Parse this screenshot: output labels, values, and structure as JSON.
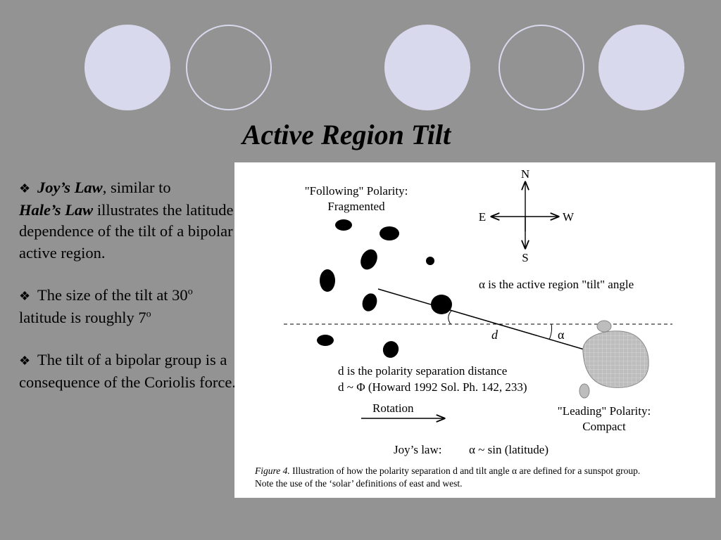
{
  "slide": {
    "title": "Active Region Tilt",
    "decor": {
      "circle_fill": "#d9d9ee",
      "background": "#939393"
    },
    "bullets": [
      {
        "icon": "diamond-bullet-icon",
        "lead": "Joy’s Law",
        "lead_after": ", similar to",
        "lead2": "Hale’s Law",
        "rest": " illustrates the latitude dependence of the tilt of a bipolar active region."
      },
      {
        "icon": "diamond-bullet-icon",
        "text_a": "The size of the tilt at 30",
        "sup_a": "o",
        "text_b": " latitude is roughly 7",
        "sup_b": "o"
      },
      {
        "icon": "diamond-bullet-icon",
        "text": "The tilt of a bipolar group is a consequence of the Coriolis force."
      }
    ]
  },
  "figure": {
    "following_label_1": "\"Following\" Polarity:",
    "following_label_2": "Fragmented",
    "compass": {
      "n": "N",
      "s": "S",
      "e": "E",
      "w": "W"
    },
    "alpha_def": "α  is the active region \"tilt\" angle",
    "d_symbol": "d",
    "alpha_symbol": "α",
    "d_def": "d is the polarity separation distance",
    "d_relation": "d ~ Φ  (Howard 1992  Sol. Ph. 142, 233)",
    "rotation": "Rotation",
    "leading_label_1": "\"Leading\" Polarity:",
    "leading_label_2": "Compact",
    "joys_law_label": "Joy’s law:",
    "joys_law_formula": "α   ~   sin (latitude)",
    "caption_fig": "Figure 4.",
    "caption_line1": " Illustration of how the polarity separation d and tilt angle α are defined for a sunspot group.",
    "caption_line2": "Note the use of the ‘solar’ definitions of east and west."
  }
}
